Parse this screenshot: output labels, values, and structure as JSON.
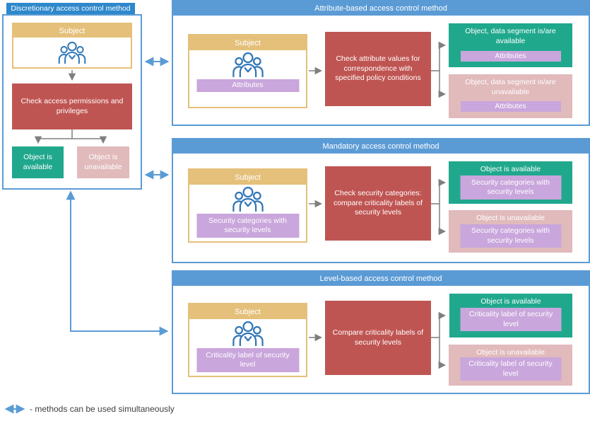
{
  "panels": {
    "discretionary": {
      "title": "Discretionary access control method",
      "subject_label": "Subject",
      "check_label": "Check access permissions and privileges",
      "available_label": "Object is available",
      "unavailable_label": "Object is unavailable"
    },
    "attribute": {
      "title": "Attribute-based access control method",
      "subject_label": "Subject",
      "subject_tag": "Attributes",
      "check_label": "Check attribute values for correspondence with specified policy conditions",
      "available_label": "Object, data segment is/are available",
      "available_tag": "Attributes",
      "unavailable_label": "Object, data segment is/are unavailable",
      "unavailable_tag": "Attributes"
    },
    "mandatory": {
      "title": "Mandatory access control method",
      "subject_label": "Subject",
      "subject_tag": "Security categories with security levels",
      "check_label": "Check security categories: compare criticality labels of security levels",
      "available_label": "Object is available",
      "available_tag": "Security categories with security levels",
      "unavailable_label": "Object is unavailable",
      "unavailable_tag": "Security categories with security levels"
    },
    "level": {
      "title": "Level-based access control method",
      "subject_label": "Subject",
      "subject_tag": "Criticality label of security level",
      "check_label": "Compare criticality labels of security levels",
      "available_label": "Object is available",
      "available_tag": "Criticality label of security level",
      "unavailable_label": "Object is unavailable",
      "unavailable_tag": "Criticality label of security level"
    }
  },
  "legend": {
    "text": "- methods can be used simultaneously"
  },
  "icons": {
    "subject": "people-group-icon",
    "legend": "double-headed-arrow-icon"
  },
  "colors": {
    "panel_border_blue": "#5B9BD5",
    "discretionary_title_blue": "#2E88CB",
    "subject_tan": "#E5C07A",
    "check_red": "#BF5552",
    "available_green": "#20A88D",
    "unavailable_pink": "#E1BABC",
    "tag_purple": "#C9A6DC",
    "connector_gray": "#7F7F7F",
    "person_icon_blue": "#2E75B6"
  }
}
